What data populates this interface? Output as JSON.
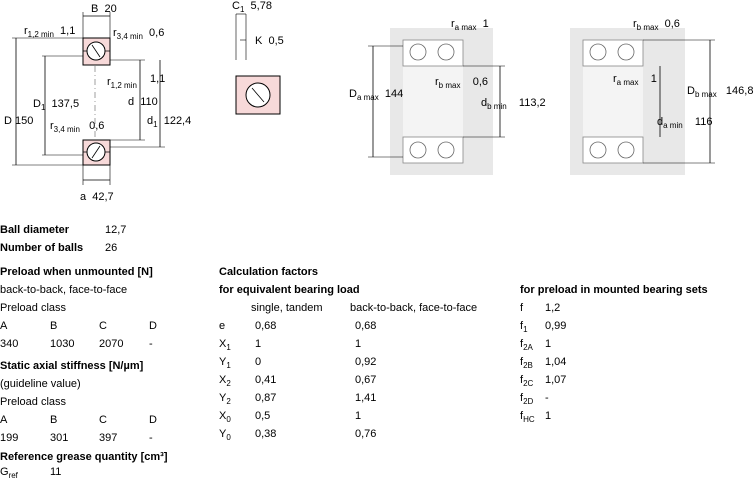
{
  "drawing": {
    "B": "B",
    "B_val": "20",
    "r12": "r",
    "r12_sub": "1,2 min",
    "r12_val": "1,1",
    "r34": "r",
    "r34_sub": "3,4 min",
    "r34_val": "0,6",
    "r12b": "r",
    "r12b_sub": "1,2 min",
    "r12b_val": "1,1",
    "r34b": "r",
    "r34b_sub": "3,4 min",
    "r34b_val": "0,6",
    "D": "D",
    "D_val": "150",
    "D1": "D",
    "D1_sub": "1",
    "D1_val": "137,5",
    "d": "d",
    "d_val": "110",
    "d1": "d",
    "d1_sub": "1",
    "d1_val": "122,4",
    "a": "a",
    "a_val": "42,7",
    "C1": "C",
    "C1_sub": "1",
    "C1_val": "5,78",
    "K": "K",
    "K_val": "0,5"
  },
  "mount1": {
    "ra": "r",
    "ra_sub": "a max",
    "ra_val": "1",
    "rb": "r",
    "rb_sub": "b max",
    "rb_val": "0,6",
    "Da": "D",
    "Da_sub": "a max",
    "Da_val": "144",
    "db": "d",
    "db_sub": "b min",
    "db_val": "113,2"
  },
  "mount2": {
    "rb": "r",
    "rb_sub": "b max",
    "rb_val": "0,6",
    "ra": "r",
    "ra_sub": "a max",
    "ra_val": "1",
    "Db": "D",
    "Db_sub": "b max",
    "Db_val": "146,8",
    "da": "d",
    "da_sub": "a min",
    "da_val": "116"
  },
  "balls": {
    "diameter_label": "Ball diameter",
    "diameter_val": "12,7",
    "number_label": "Number of balls",
    "number_val": "26"
  },
  "preload": {
    "heading": "Preload when unmounted [N]",
    "arrangement": "back-to-back, face-to-face",
    "class_label": "Preload class",
    "classes": [
      "A",
      "B",
      "C",
      "D"
    ],
    "values": [
      "340",
      "1030",
      "2070",
      "-"
    ]
  },
  "stiffness": {
    "heading": "Static axial stiffness [N/µm]",
    "note": "(guideline value)",
    "class_label": "Preload class",
    "classes": [
      "A",
      "B",
      "C",
      "D"
    ],
    "values": [
      "199",
      "301",
      "397",
      "-"
    ]
  },
  "grease": {
    "heading": "Reference grease quantity [cm³]",
    "sym": "G",
    "sym_sub": "ref",
    "val": "11"
  },
  "calc": {
    "heading": "Calculation factors",
    "equiv_heading": "for equivalent bearing load",
    "col_single": "single, tandem",
    "col_b2b": "back-to-back, face-to-face",
    "rows": [
      {
        "sym": "e",
        "sub": "",
        "single": "0,68",
        "b2b": "0,68"
      },
      {
        "sym": "X",
        "sub": "1",
        "single": "1",
        "b2b": "1"
      },
      {
        "sym": "Y",
        "sub": "1",
        "single": "0",
        "b2b": "0,92"
      },
      {
        "sym": "X",
        "sub": "2",
        "single": "0,41",
        "b2b": "0,67"
      },
      {
        "sym": "Y",
        "sub": "2",
        "single": "0,87",
        "b2b": "1,41"
      },
      {
        "sym": "X",
        "sub": "0",
        "single": "0,5",
        "b2b": "1"
      },
      {
        "sym": "Y",
        "sub": "0",
        "single": "0,38",
        "b2b": "0,76"
      }
    ]
  },
  "preload_mounted": {
    "heading": "for preload in mounted bearing sets",
    "rows": [
      {
        "sym": "f",
        "sub": "",
        "val": "1,2"
      },
      {
        "sym": "f",
        "sub": "1",
        "val": "0,99"
      },
      {
        "sym": "f",
        "sub": "2A",
        "val": "1"
      },
      {
        "sym": "f",
        "sub": "2B",
        "val": "1,04"
      },
      {
        "sym": "f",
        "sub": "2C",
        "val": "1,07"
      },
      {
        "sym": "f",
        "sub": "2D",
        "val": "-"
      },
      {
        "sym": "f",
        "sub": "HC",
        "val": "1"
      }
    ]
  }
}
